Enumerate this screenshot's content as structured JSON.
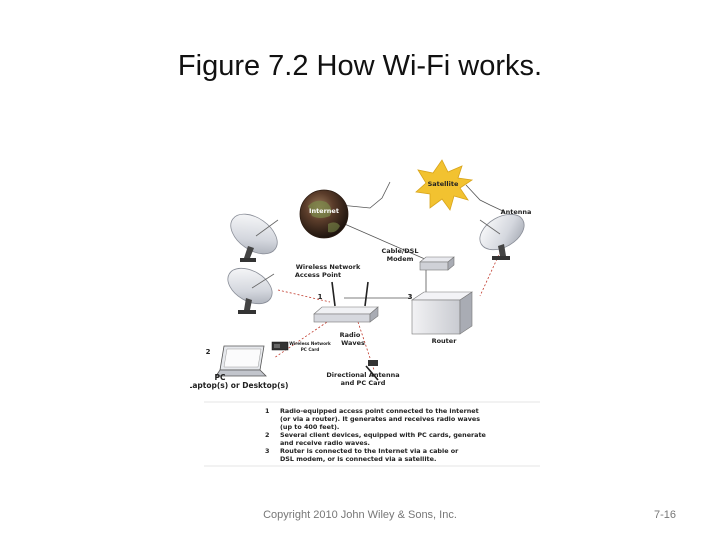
{
  "slide": {
    "title": "Figure 7.2 How Wi-Fi works.",
    "footer": "Copyright 2010 John Wiley & Sons, Inc.",
    "page_number": "7-16"
  },
  "diagram": {
    "satellite": "Satellite",
    "internet": "Internet",
    "antenna": "Antenna",
    "modem": [
      "Cable/DSL",
      "Modem"
    ],
    "wap": [
      "Wireless Network",
      "Access Point"
    ],
    "router": "Router",
    "radio_waves": [
      "Radio",
      "Waves"
    ],
    "pc_card": [
      "Wireless Network",
      "PC Card"
    ],
    "directional": [
      "Directional Antenna",
      "and PC Card"
    ],
    "pc": [
      "PC",
      "Laptop(s) or Desktop(s)"
    ],
    "markers": [
      "1",
      "2",
      "3"
    ],
    "legend": [
      {
        "num": "1",
        "lines": [
          "Radio-equipped access point connected to the internet",
          "(or via a router). It generates and receives radio waves",
          "(up to 400 feet)."
        ]
      },
      {
        "num": "2",
        "lines": [
          "Several client devices, equipped with PC cards, generate",
          "and receive radio waves."
        ]
      },
      {
        "num": "3",
        "lines": [
          "Router is connected to the Internet via a cable or",
          "DSL modem, or is connected via a satellite."
        ]
      }
    ]
  }
}
